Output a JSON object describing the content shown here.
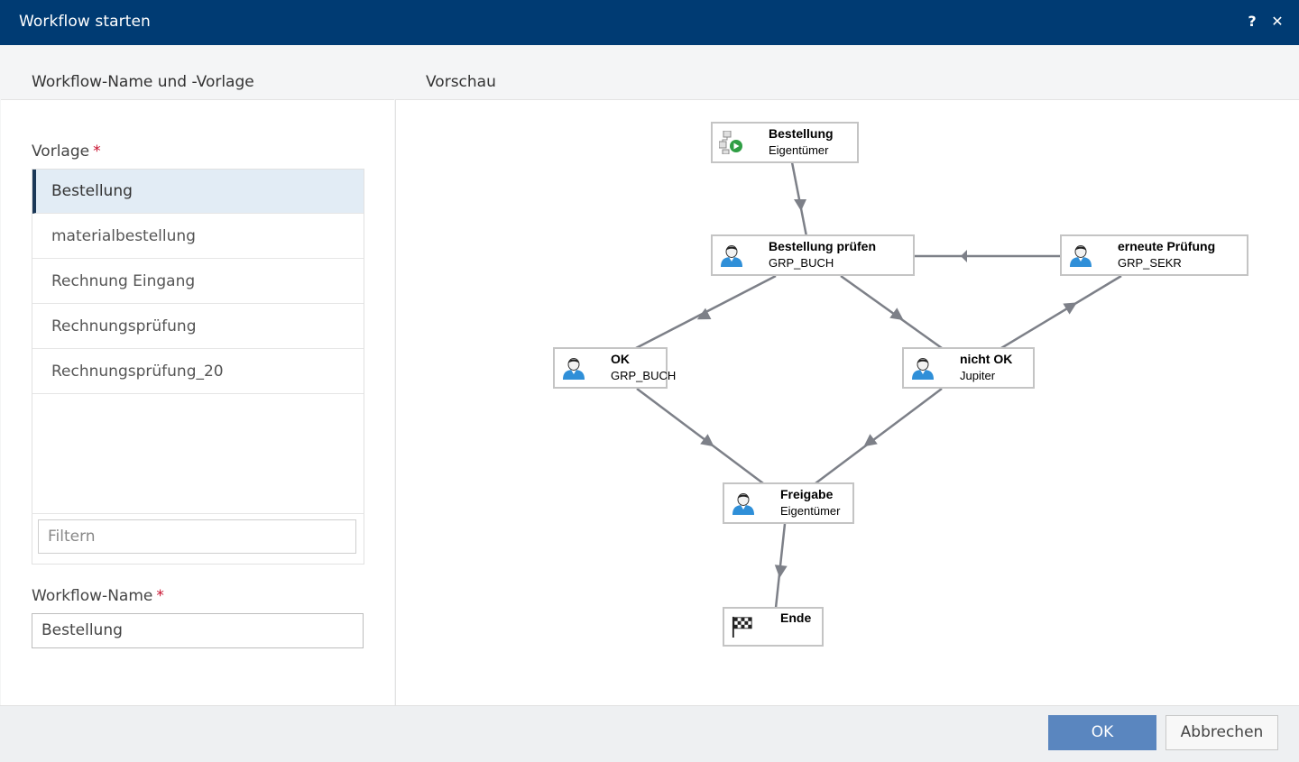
{
  "dialog": {
    "title": "Workflow starten",
    "help_label": "?",
    "close_label": "✕"
  },
  "left": {
    "heading": "Workflow-Name und -Vorlage",
    "template_label": "Vorlage",
    "required_marker": "*",
    "templates": [
      "Bestellung",
      "materialbestellung",
      "Rechnung Eingang",
      "Rechnungsprüfung",
      "Rechnungsprüfung_20"
    ],
    "selected_index": 0,
    "filter_placeholder": "Filtern",
    "name_label": "Workflow-Name",
    "name_value": "Bestellung"
  },
  "preview": {
    "heading": "Vorschau",
    "nodes": [
      {
        "id": "start",
        "title": "Bestellung",
        "subtitle": "Eigentümer",
        "icon": "workflow-start-icon"
      },
      {
        "id": "check",
        "title": "Bestellung prüfen",
        "subtitle": "GRP_BUCH",
        "icon": "user-icon"
      },
      {
        "id": "recheck",
        "title": "erneute Prüfung",
        "subtitle": "GRP_SEKR",
        "icon": "user-icon"
      },
      {
        "id": "ok",
        "title": "OK",
        "subtitle": "GRP_BUCH",
        "icon": "user-icon"
      },
      {
        "id": "notok",
        "title": "nicht OK",
        "subtitle": "Jupiter",
        "icon": "user-icon"
      },
      {
        "id": "release",
        "title": "Freigabe",
        "subtitle": "Eigentümer",
        "icon": "user-icon"
      },
      {
        "id": "end",
        "title": "Ende",
        "subtitle": "",
        "icon": "checkered-flag-icon"
      }
    ],
    "edges": [
      [
        "start",
        "check"
      ],
      [
        "recheck",
        "check"
      ],
      [
        "check",
        "ok"
      ],
      [
        "check",
        "notok"
      ],
      [
        "notok",
        "recheck"
      ],
      [
        "ok",
        "release"
      ],
      [
        "notok",
        "release"
      ],
      [
        "release",
        "end"
      ]
    ]
  },
  "footer": {
    "ok_label": "OK",
    "cancel_label": "Abbrechen"
  },
  "colors": {
    "titlebar": "#003b73",
    "accent": "#5a86bf",
    "selection": "#e2ecf5",
    "required": "#c8102e"
  }
}
